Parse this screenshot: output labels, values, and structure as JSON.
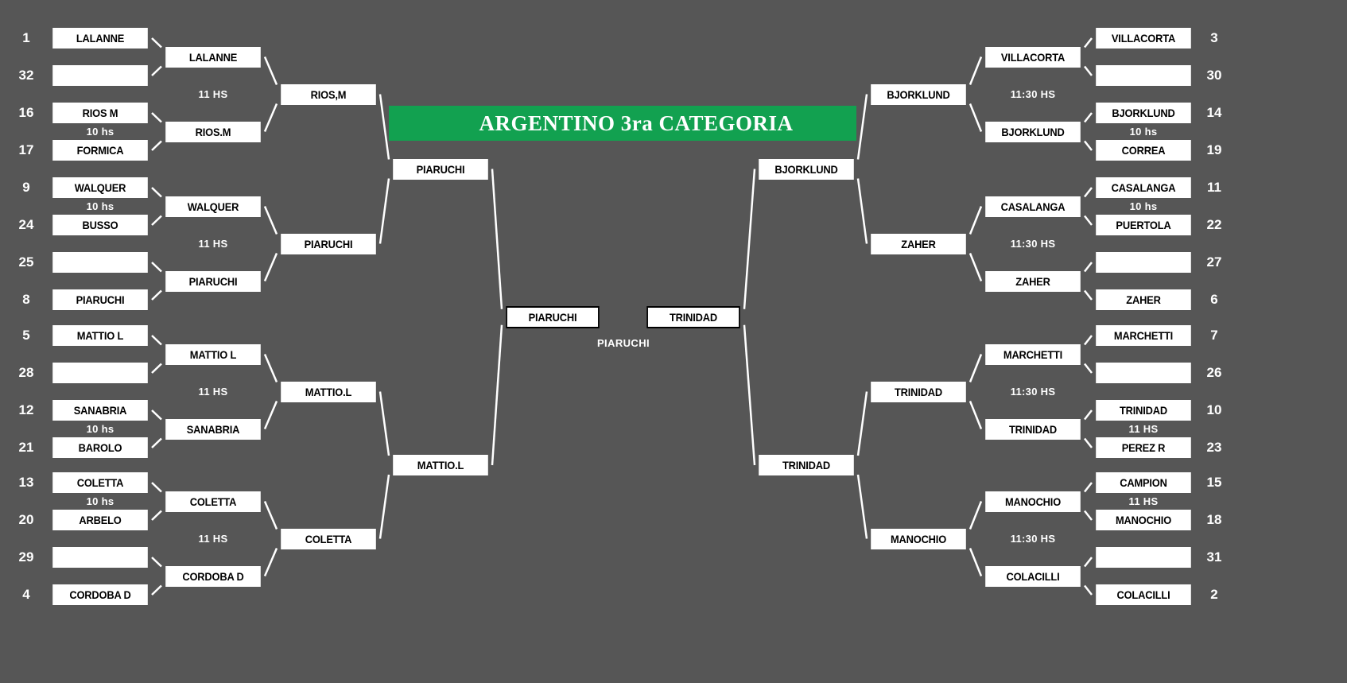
{
  "title": {
    "text": "ARGENTINO 3ra CATEGORIA",
    "banner_color": "#12a150"
  },
  "champion": {
    "label": "PIARUCHI"
  },
  "theme": {
    "background": "#565656",
    "box_fill": "#ffffff",
    "box_text": "#000000",
    "outside_text": "#ffffff"
  },
  "left": {
    "round1": [
      {
        "seed": "1",
        "name": "LALANNE"
      },
      {
        "seed": "32",
        "name": ""
      },
      {
        "seed": "16",
        "name": "RIOS M"
      },
      {
        "seed": "17",
        "name": "FORMICA"
      },
      {
        "seed": "9",
        "name": "WALQUER"
      },
      {
        "seed": "24",
        "name": "BUSSO"
      },
      {
        "seed": "25",
        "name": ""
      },
      {
        "seed": "8",
        "name": "PIARUCHI"
      },
      {
        "seed": "5",
        "name": "MATTIO L"
      },
      {
        "seed": "28",
        "name": ""
      },
      {
        "seed": "12",
        "name": "SANABRIA"
      },
      {
        "seed": "21",
        "name": "BAROLO"
      },
      {
        "seed": "13",
        "name": "COLETTA"
      },
      {
        "seed": "20",
        "name": "ARBELO"
      },
      {
        "seed": "29",
        "name": ""
      },
      {
        "seed": "4",
        "name": "CORDOBA D"
      }
    ],
    "round1_times": [
      "",
      "10 hs",
      "10 hs",
      "",
      "",
      "10 hs",
      "10 hs",
      ""
    ],
    "round2": [
      {
        "name": "LALANNE"
      },
      {
        "name": "RIOS.M"
      },
      {
        "name": "WALQUER"
      },
      {
        "name": "PIARUCHI"
      },
      {
        "name": "MATTIO L"
      },
      {
        "name": "SANABRIA"
      },
      {
        "name": "COLETTA"
      },
      {
        "name": "CORDOBA D"
      }
    ],
    "round2_times": [
      "11 HS",
      "11 HS",
      "11 HS",
      "11 HS"
    ],
    "round3": [
      {
        "name": "RIOS,M"
      },
      {
        "name": "PIARUCHI"
      },
      {
        "name": "MATTIO.L"
      },
      {
        "name": "COLETTA"
      }
    ],
    "round4": [
      {
        "name": "PIARUCHI"
      },
      {
        "name": "MATTIO.L"
      }
    ],
    "round5": [
      {
        "name": "PIARUCHI"
      }
    ]
  },
  "right": {
    "round1": [
      {
        "seed": "3",
        "name": "VILLACORTA"
      },
      {
        "seed": "30",
        "name": ""
      },
      {
        "seed": "14",
        "name": "BJORKLUND"
      },
      {
        "seed": "19",
        "name": "CORREA"
      },
      {
        "seed": "11",
        "name": "CASALANGA"
      },
      {
        "seed": "22",
        "name": "PUERTOLA"
      },
      {
        "seed": "27",
        "name": ""
      },
      {
        "seed": "6",
        "name": "ZAHER"
      },
      {
        "seed": "7",
        "name": "MARCHETTI"
      },
      {
        "seed": "26",
        "name": ""
      },
      {
        "seed": "10",
        "name": "TRINIDAD"
      },
      {
        "seed": "23",
        "name": "PEREZ R"
      },
      {
        "seed": "15",
        "name": "CAMPION"
      },
      {
        "seed": "18",
        "name": "MANOCHIO"
      },
      {
        "seed": "31",
        "name": ""
      },
      {
        "seed": "2",
        "name": "COLACILLI"
      }
    ],
    "round1_times": [
      "",
      "10 hs",
      "10 hs",
      "",
      "",
      "11 HS",
      "11 HS",
      ""
    ],
    "round2": [
      {
        "name": "VILLACORTA"
      },
      {
        "name": "BJORKLUND"
      },
      {
        "name": "CASALANGA"
      },
      {
        "name": "ZAHER"
      },
      {
        "name": "MARCHETTI"
      },
      {
        "name": "TRINIDAD"
      },
      {
        "name": "MANOCHIO"
      },
      {
        "name": "COLACILLI"
      }
    ],
    "round2_times": [
      "11:30 HS",
      "11:30 HS",
      "11:30 HS",
      "11:30 HS"
    ],
    "round3": [
      {
        "name": "BJORKLUND"
      },
      {
        "name": "ZAHER"
      },
      {
        "name": "TRINIDAD"
      },
      {
        "name": "MANOCHIO"
      }
    ],
    "round4": [
      {
        "name": "BJORKLUND"
      },
      {
        "name": "TRINIDAD"
      }
    ],
    "round5": [
      {
        "name": "TRINIDAD"
      }
    ]
  }
}
